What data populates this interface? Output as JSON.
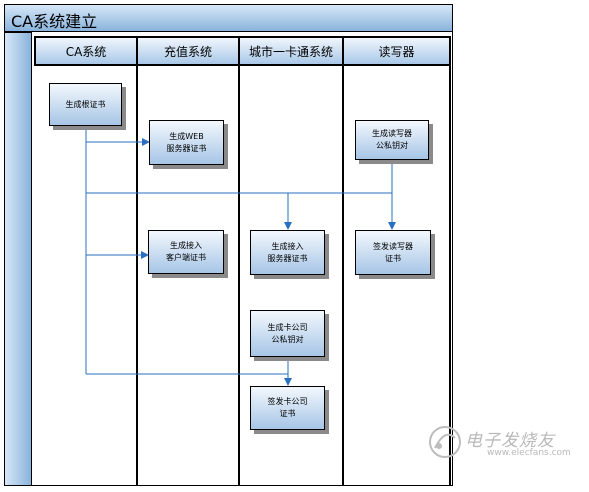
{
  "title": "CA系统建立",
  "lanes": [
    "CA系统",
    "充值系统",
    "城市一卡通系统",
    "读写器"
  ],
  "boxes": {
    "root_cert": "生成根证书",
    "web_cert": "生成WEB\n服务器证书",
    "reader_keys": "生成读写器\n公私钥对",
    "client_cert": "生成接入\n客户端证书",
    "server_cert": "生成接入\n服务器证书",
    "issue_reader_cert": "签发读写器\n证书",
    "card_keys": "生成卡公司\n公私钥对",
    "issue_card_cert": "签发卡公司\n证书"
  },
  "watermark": {
    "text": "电子发烧友",
    "url": "www.elecfans.com"
  }
}
